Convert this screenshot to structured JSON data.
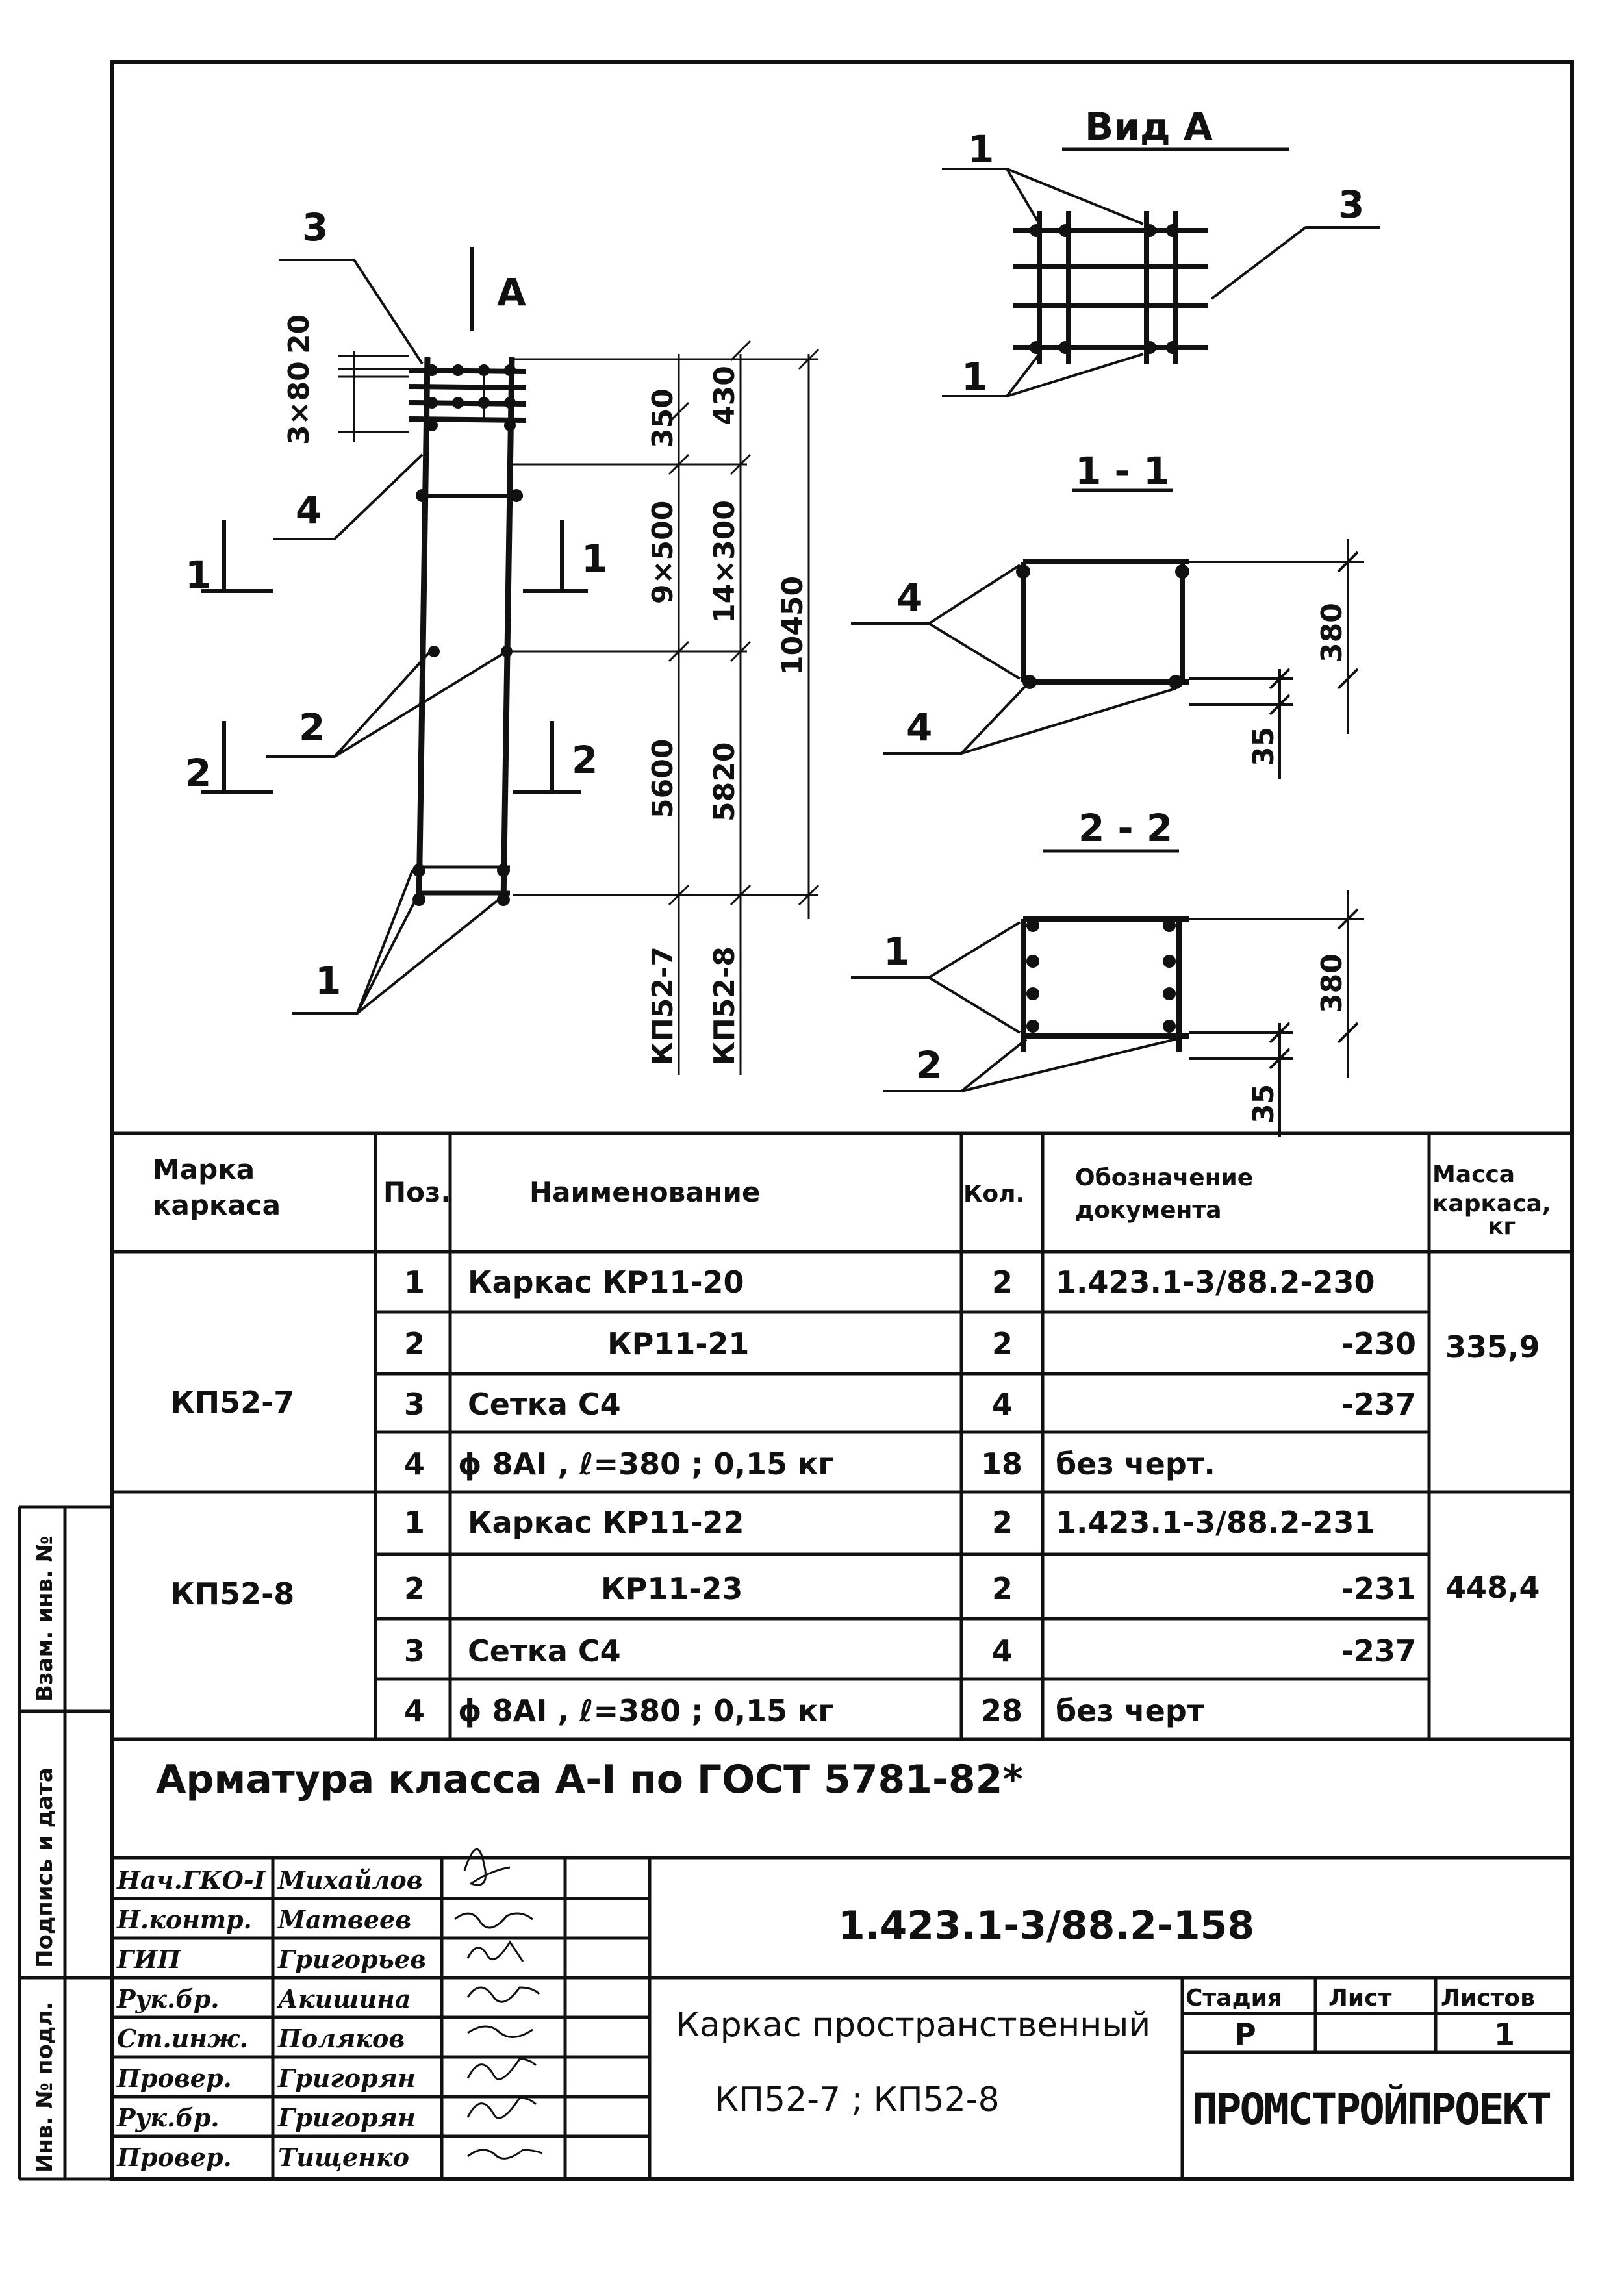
{
  "drawing": {
    "view_a_title": "Вид А",
    "section_1_title": "1 - 1",
    "section_2_title": "2 - 2",
    "view_marker": "А",
    "callouts": {
      "n1": "1",
      "n2": "2",
      "n3": "3",
      "n4": "4"
    },
    "cut_1": "1",
    "cut_2": "2",
    "dims": {
      "d20": "20",
      "d3x80": "3×80",
      "d350": "350",
      "d430": "430",
      "d9x500": "9×500",
      "d14x300": "14×300",
      "d10450": "10450",
      "d5600": "5600",
      "d5820": "5820",
      "d380_a": "380",
      "d35_a": "35",
      "d380_b": "380",
      "d35_b": "35"
    },
    "series_a": "КП52-7",
    "series_b": "КП52-8"
  },
  "spec": {
    "headers": {
      "mark": [
        "Марка",
        "каркаса"
      ],
      "pos": "Поз.",
      "name": "Наименование",
      "qty": "Кол.",
      "doc": [
        "Обозначение",
        "документа"
      ],
      "mass": [
        "Масса",
        "каркаса,",
        "кг"
      ]
    },
    "groups": [
      {
        "mark": "КП52-7",
        "mass": "335,9",
        "rows": [
          {
            "pos": "1",
            "name": "Каркас  КР11-20",
            "qty": "2",
            "doc": "1.423.1-3/88.2-230"
          },
          {
            "pos": "2",
            "name": "КР11-21",
            "qty": "2",
            "doc": "-230"
          },
          {
            "pos": "3",
            "name": "Сетка  С4",
            "qty": "4",
            "doc": "-237"
          },
          {
            "pos": "4",
            "name": "ϕ 8АI , ℓ=380 ; 0,15 кг",
            "qty": "18",
            "doc": "без черт."
          }
        ]
      },
      {
        "mark": "КП52-8",
        "mass": "448,4",
        "rows": [
          {
            "pos": "1",
            "name": "Каркас  КР11-22",
            "qty": "2",
            "doc": "1.423.1-3/88.2-231"
          },
          {
            "pos": "2",
            "name": "КР11-23",
            "qty": "2",
            "doc": "-231"
          },
          {
            "pos": "3",
            "name": "Сетка  С4",
            "qty": "4",
            "doc": "-237"
          },
          {
            "pos": "4",
            "name": "ϕ 8АI , ℓ=380 ; 0,15 кг",
            "qty": "28",
            "doc": "без черт"
          }
        ]
      }
    ],
    "note": "Арматура класса А-I по ГОСТ 5781-82*"
  },
  "title_block": {
    "staff": [
      {
        "role": "Нач.ГКО-I",
        "name": "Михайлов"
      },
      {
        "role": "Н.контр.",
        "name": "Матвеев"
      },
      {
        "role": "ГИП",
        "name": "Григорьев"
      },
      {
        "role": "Рук.бр.",
        "name": "Акишина"
      },
      {
        "role": "Ст.инж.",
        "name": "Поляков"
      },
      {
        "role": "Провер.",
        "name": "Григорян"
      },
      {
        "role": "Рук.бр.",
        "name": "Григорян"
      },
      {
        "role": "Провер.",
        "name": "Тищенко"
      }
    ],
    "doc_code": "1.423.1-3/88.2-158",
    "title_line1": "Каркас пространственный",
    "title_line2": "КП52-7 ; КП52-8",
    "stage_label": "Стадия",
    "sheet_label": "Лист",
    "sheets_label": "Листов",
    "stage_value": "Р",
    "sheet_value": "",
    "sheets_value": "1",
    "org": "ПРОМСТРОЙПРОЕКТ"
  },
  "side_stamp": {
    "inv_replace": "Взам. инв. №",
    "sign_date": "Подпись и дата",
    "inv_orig": "Инв. № подл."
  }
}
